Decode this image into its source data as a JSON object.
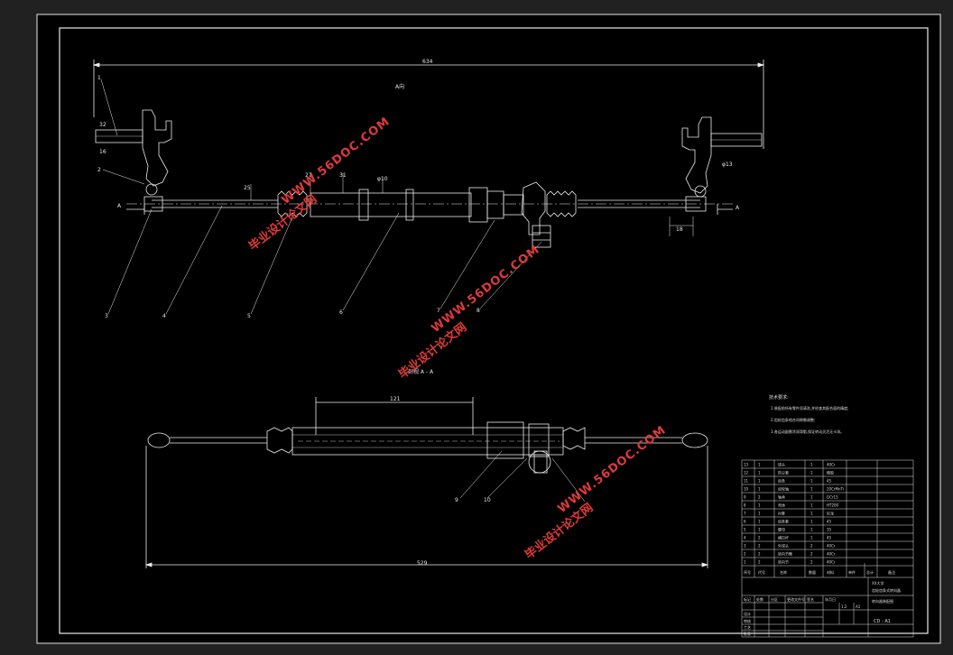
{
  "top_view": {
    "overall_dim": "634",
    "view_label": "A向",
    "section_mark": "A",
    "dims": {
      "d25": "25",
      "d27": "27",
      "d31": "31",
      "d18": "18",
      "dia10": "φ10",
      "r_bot": "φ13",
      "right_18": "18"
    },
    "leader_numbers": [
      "1",
      "2",
      "3",
      "4",
      "5",
      "6",
      "7",
      "8"
    ],
    "left_knuckle_dims": [
      "32",
      "16"
    ]
  },
  "section_view": {
    "label": "剖视 A - A",
    "stroke_dim": "121",
    "overall_dim": "529",
    "leader_numbers": [
      "9",
      "10"
    ]
  },
  "tech_notes": {
    "title": "技术要求:",
    "lines": [
      "1.装配前所有零件须清洗,并检查其配合面的精度;",
      "2.齿轮齿条啮合间隙需调整;",
      "3.各运动副需涂润滑脂,保证转动灵活无卡滞。"
    ]
  },
  "parts_list": {
    "rows": [
      {
        "no": "13",
        "qty": "1",
        "name": "球头",
        "q2": "1",
        "mat": "40Cr"
      },
      {
        "no": "12",
        "qty": "1",
        "name": "防尘套",
        "q2": "1",
        "mat": "橡胶"
      },
      {
        "no": "11",
        "qty": "1",
        "name": "齿条",
        "q2": "1",
        "mat": "45"
      },
      {
        "no": "10",
        "qty": "1",
        "name": "齿轮轴",
        "q2": "1",
        "mat": "20CrMnTi"
      },
      {
        "no": "9",
        "qty": "2",
        "name": "轴承",
        "q2": "1",
        "mat": "GCr15"
      },
      {
        "no": "8",
        "qty": "1",
        "name": "壳体",
        "q2": "1",
        "mat": "HT200"
      },
      {
        "no": "7",
        "qty": "1",
        "name": "衬套",
        "q2": "1",
        "mat": "尼龙"
      },
      {
        "no": "6",
        "qty": "1",
        "name": "齿条套",
        "q2": "1",
        "mat": "45"
      },
      {
        "no": "5",
        "qty": "1",
        "name": "螺母",
        "q2": "1",
        "mat": "35"
      },
      {
        "no": "4",
        "qty": "2",
        "name": "横拉杆",
        "q2": "1",
        "mat": "45"
      },
      {
        "no": "3",
        "qty": "2",
        "name": "外球头",
        "q2": "2",
        "mat": "40Cr"
      },
      {
        "no": "2",
        "qty": "2",
        "name": "转向节臂",
        "q2": "2",
        "mat": "40Cr"
      },
      {
        "no": "1",
        "qty": "2",
        "name": "转向节",
        "q2": "2",
        "mat": "40Cr"
      }
    ],
    "header": [
      "序号",
      "代号",
      "名称",
      "数量",
      "材料",
      "单件",
      "总计",
      "备注"
    ]
  },
  "title_block": {
    "school": "XX大学",
    "subtitle": "齿轮齿条式转向器",
    "drawing_name": "转向器装配图",
    "drawing_no": "CD - A1",
    "scale": "1:2",
    "sheet": "A1",
    "rows": [
      "标记",
      "处数",
      "分区",
      "更改文件号",
      "签名",
      "年月日",
      "设计",
      "审核",
      "工艺",
      "批准"
    ]
  },
  "watermarks": [
    {
      "site": "WWW.56DOC.COM",
      "cn": "毕业设计论文网"
    },
    {
      "site": "WWW.56DOC.COM",
      "cn": "毕业设计论文网"
    },
    {
      "site": "WWW.56DOC.COM",
      "cn": "毕业设计论文网"
    }
  ],
  "colors": {
    "background": "#212121",
    "paper": "#000000",
    "line": "#f2f2f2",
    "watermark": "#e03a3a"
  }
}
